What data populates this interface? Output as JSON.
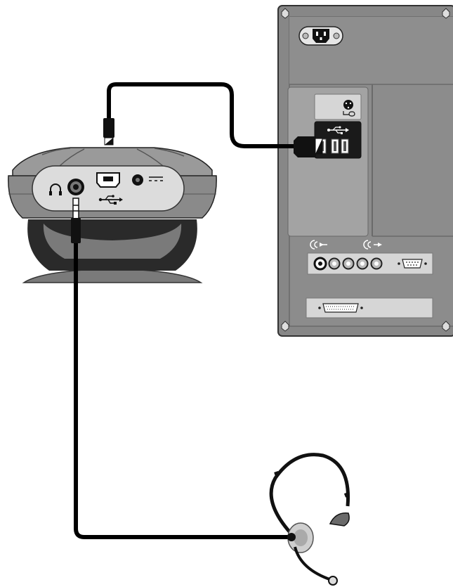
{
  "diagram": {
    "components": [
      {
        "id": "computer-back-panel",
        "kind": "device"
      },
      {
        "id": "usb-speaker-hub",
        "kind": "device"
      },
      {
        "id": "headset",
        "kind": "device"
      }
    ],
    "connections": [
      {
        "from": "usb-speaker-hub",
        "to": "computer-back-panel",
        "via": "usb-cable",
        "port": "usb-port"
      },
      {
        "from": "headset",
        "to": "usb-speaker-hub",
        "via": "audio-cable",
        "port": "headphone-jack"
      }
    ]
  },
  "icons": {
    "computer": [
      "power-socket-icon",
      "ps2-port-icon",
      "usb-symbol-icon",
      "audio-out-icon",
      "audio-in-icon",
      "serial-port-icon",
      "parallel-port-icon",
      "screw-icon"
    ],
    "hub": [
      "headphone-icon",
      "usb-symbol-icon",
      "dc-power-icon"
    ]
  },
  "colors": {
    "panel": "#878787",
    "panel_light": "#a3a3a3",
    "port_strip": "#d6d6d6",
    "cable": "#000000",
    "hub_body": "#8a8a8a",
    "hub_face": "#dcdcdc"
  }
}
